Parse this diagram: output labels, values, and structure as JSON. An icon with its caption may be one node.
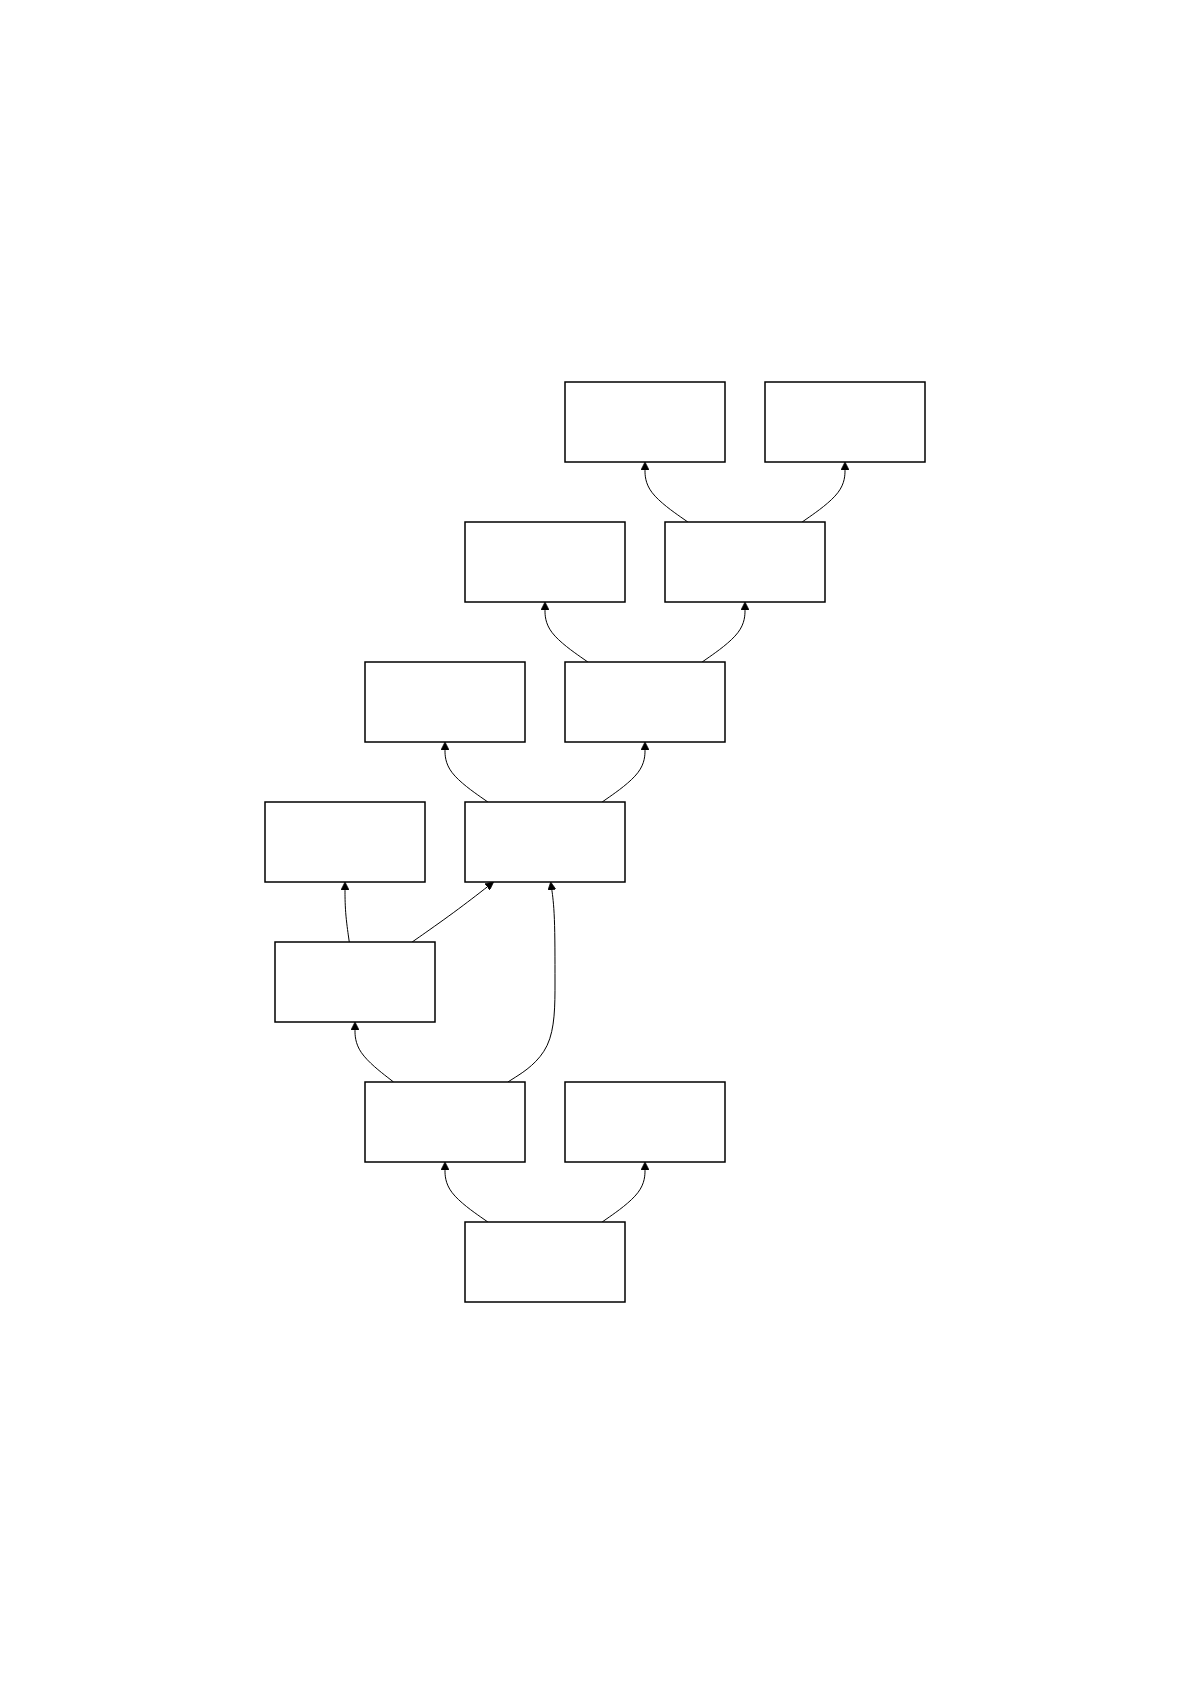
{
  "diagram": {
    "nodes": [
      {
        "text": [],
        "shape": "box"
      },
      {
        "text": [],
        "shape": "box"
      },
      {
        "text": [],
        "shape": "box"
      },
      {
        "text": [],
        "shape": "box"
      },
      {
        "text": [],
        "shape": "box"
      },
      {
        "text": [],
        "shape": "box"
      },
      {
        "text": [],
        "shape": "box"
      },
      {
        "text": [],
        "shape": "box"
      },
      {
        "text": [],
        "shape": "box"
      },
      {
        "text": [],
        "shape": "box"
      },
      {
        "text": [],
        "shape": "box"
      },
      {
        "text": [],
        "shape": "box"
      }
    ],
    "edges": [
      {
        "from": 4,
        "to": 0,
        "arrow": "to"
      },
      {
        "from": 5,
        "to": 1,
        "arrow": "to"
      },
      {
        "from": 6,
        "to": 2,
        "arrow": "to"
      },
      {
        "from": 7,
        "to": 3,
        "arrow": "to"
      },
      {
        "from": 4,
        "to": 5,
        "arrow": "to"
      },
      {
        "from": 5,
        "to": 6,
        "arrow": "to"
      },
      {
        "from": 6,
        "to": 7,
        "arrow": "to"
      },
      {
        "from": 7,
        "to": 8,
        "arrow": "to"
      },
      {
        "from": 9,
        "to": 4,
        "arrow": "to"
      },
      {
        "from": 9,
        "to": 5,
        "arrow": "to"
      },
      {
        "from": 10,
        "to": 9,
        "arrow": "to"
      },
      {
        "from": 10,
        "to": 11,
        "arrow": "to"
      }
    ]
  }
}
